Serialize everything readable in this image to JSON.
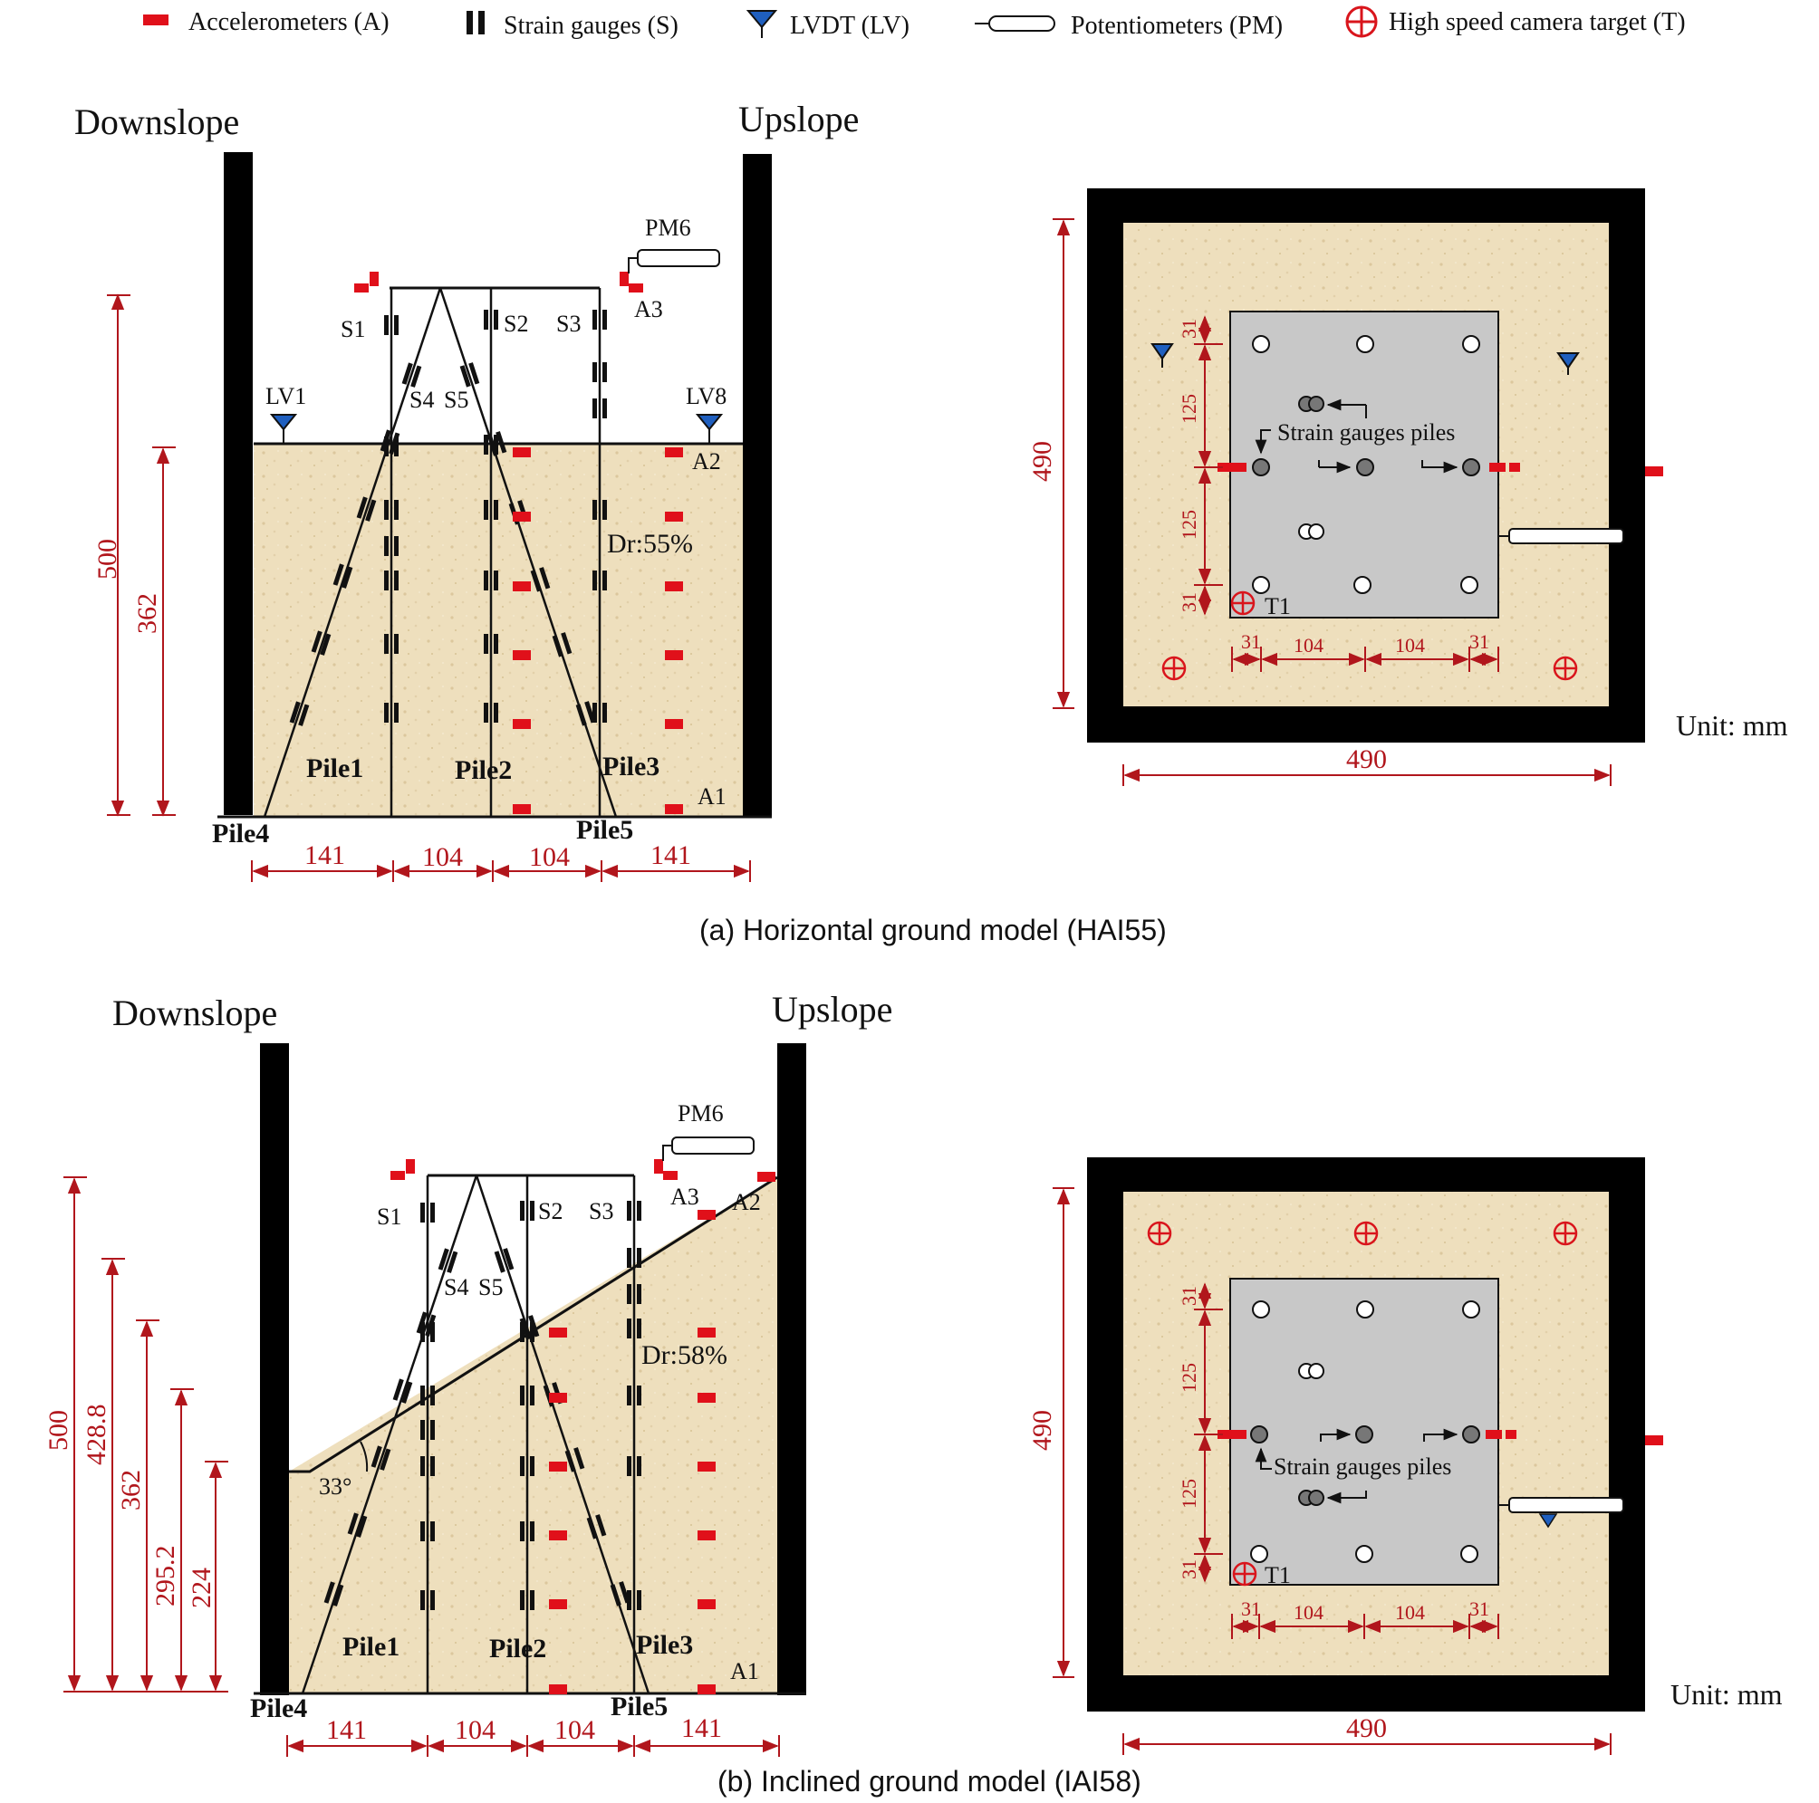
{
  "legend": {
    "accelerometer": "Accelerometers (A)",
    "strain_gauge": "Strain gauges (S)",
    "lvdt": "LVDT (LV)",
    "potentiometer": "Potentiometers (PM)",
    "camera_target": "High speed camera target (T)"
  },
  "colors": {
    "dimension": "#b1161c",
    "accelerometer": "#e0101a",
    "lvdt": "#1f5fbf",
    "sand": "#eedfbd",
    "plate": "#c8c8c8",
    "wall": "#000000"
  },
  "panel_a": {
    "downslope": "Downslope",
    "upslope": "Upslope",
    "caption": "(a) Horizontal ground model (HAI55)",
    "relative_density": "Dr:55%",
    "piles": [
      "Pile1",
      "Pile2",
      "Pile3",
      "Pile4",
      "Pile5"
    ],
    "strain_labels": [
      "S1",
      "S2",
      "S3",
      "S4",
      "S5"
    ],
    "accel_labels": [
      "A1",
      "A2",
      "A3"
    ],
    "lvdt_labels": [
      "LV1",
      "LV8"
    ],
    "pot_label": "PM6",
    "heights": [
      "500",
      "362"
    ],
    "widths": [
      "141",
      "104",
      "104",
      "141"
    ],
    "plan": {
      "offsets_y": [
        "31",
        "125",
        "125",
        "31"
      ],
      "offsets_x": [
        "31",
        "104",
        "104",
        "31"
      ],
      "side_v": "490",
      "side_h": "490",
      "target": "T1",
      "strain_note": "Strain gauges piles",
      "unit": "Unit: mm"
    }
  },
  "panel_b": {
    "downslope": "Downslope",
    "upslope": "Upslope",
    "caption": "(b) Inclined ground model (IAI58)",
    "relative_density": "Dr:58%",
    "angle": "33°",
    "piles": [
      "Pile1",
      "Pile2",
      "Pile3",
      "Pile4",
      "Pile5"
    ],
    "strain_labels": [
      "S1",
      "S2",
      "S3",
      "S4",
      "S5"
    ],
    "accel_labels": [
      "A1",
      "A2",
      "A3"
    ],
    "pot_label": "PM6",
    "heights": [
      "500",
      "428.8",
      "362",
      "295.2",
      "224"
    ],
    "widths": [
      "141",
      "104",
      "104",
      "141"
    ],
    "plan": {
      "offsets_y": [
        "31",
        "125",
        "125",
        "31"
      ],
      "offsets_x": [
        "31",
        "104",
        "104",
        "31"
      ],
      "side_v": "490",
      "side_h": "490",
      "target": "T1",
      "strain_note": "Strain gauges piles",
      "unit": "Unit: mm"
    }
  }
}
